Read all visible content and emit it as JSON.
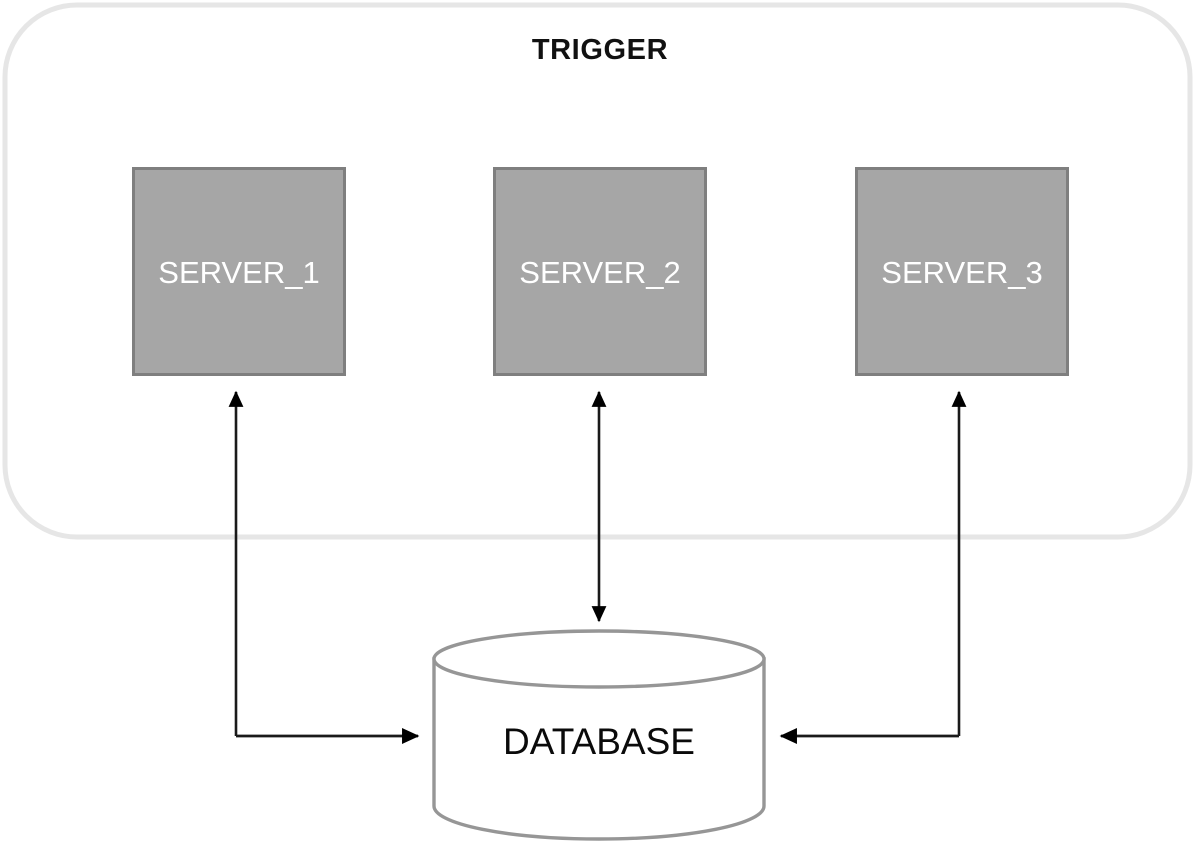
{
  "diagram": {
    "title": "TRIGGER",
    "type": "architecture-diagram",
    "container": {
      "name": "TRIGGER",
      "shape": "rounded-rectangle",
      "stroke_color": "#e6e6e6",
      "fill_color": "#ffffff"
    },
    "nodes": [
      {
        "id": "server_1",
        "label": "SERVER_1",
        "shape": "rectangle",
        "fill_color": "#a6a6a6",
        "stroke_color": "#7f7f7f",
        "text_color": "#ffffff"
      },
      {
        "id": "server_2",
        "label": "SERVER_2",
        "shape": "rectangle",
        "fill_color": "#a6a6a6",
        "stroke_color": "#7f7f7f",
        "text_color": "#ffffff"
      },
      {
        "id": "server_3",
        "label": "SERVER_3",
        "shape": "rectangle",
        "fill_color": "#a6a6a6",
        "stroke_color": "#7f7f7f",
        "text_color": "#ffffff"
      },
      {
        "id": "database",
        "label": "DATABASE",
        "shape": "cylinder",
        "fill_color": "#ffffff",
        "stroke_color": "#969696",
        "text_color": "#0a0a0a"
      }
    ],
    "edges": [
      {
        "id": "edge-db-to-server1",
        "from": "database",
        "to": "server_1",
        "direction": "one-way",
        "routing": "orthogonal",
        "color": "#000000"
      },
      {
        "id": "edge-server1-to-db",
        "from": "server_1",
        "to": "database",
        "direction": "one-way",
        "routing": "orthogonal",
        "color": "#000000"
      },
      {
        "id": "edge-server2-db",
        "from": "server_2",
        "to": "database",
        "direction": "bidirectional",
        "routing": "straight",
        "color": "#000000"
      },
      {
        "id": "edge-server3-db",
        "from": "server_3",
        "to": "database",
        "direction": "one-way",
        "routing": "orthogonal",
        "color": "#000000"
      }
    ]
  }
}
